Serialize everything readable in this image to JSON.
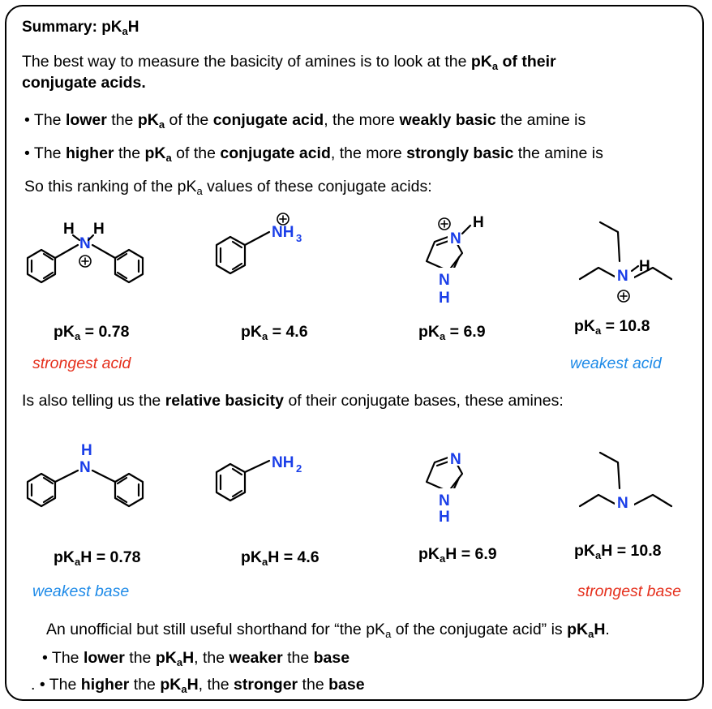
{
  "title": {
    "main": "Summary: pK",
    "sub": "a",
    "tail": "H"
  },
  "intro": {
    "p1": "The best way to measure the basicity of amines is to look at the ",
    "p1_bold_a": "pK",
    "p1_sub": "a",
    "p1_bold_b": " of their",
    "p2": "conjugate acids."
  },
  "bullet1": {
    "dot": "•",
    "t1": "The ",
    "b1": "lower",
    "t2": " the ",
    "b2": "pK",
    "s": "a",
    "t3": " of the ",
    "b3": "conjugate acid",
    "t4": ", the more ",
    "b4": "weakly basic",
    "t5": " the amine is"
  },
  "bullet2": {
    "dot": "•",
    "t1": "The ",
    "b1": "higher",
    "t2": " the ",
    "b2": "pK",
    "s": "a",
    "t3": " of the ",
    "b3": "conjugate acid",
    "t4": ", the more ",
    "b4": "strongly basic",
    "t5": " the amine is"
  },
  "ranking": {
    "t1": "So this ranking of the pK",
    "s": "a",
    "t2": " values of these conjugate acids:"
  },
  "acids": [
    {
      "pre": "pK",
      "s": "a",
      "post": " = 0.78"
    },
    {
      "pre": "pK",
      "s": "a",
      "post": " = 4.6"
    },
    {
      "pre": "pK",
      "s": "a",
      "post": " = 6.9"
    },
    {
      "pre": "pK",
      "s": "a",
      "post": " =  10.8"
    }
  ],
  "acid_labels": {
    "strongest": "strongest acid",
    "weakest": "weakest acid"
  },
  "also": {
    "t1": "Is also telling us the ",
    "b": "relative basicity",
    "t2": " of their conjugate bases, these amines:"
  },
  "bases": [
    {
      "pre": "pK",
      "s": "a",
      "post": "H = 0.78"
    },
    {
      "pre": "pK",
      "s": "a",
      "post": "H = 4.6"
    },
    {
      "pre": "pK",
      "s": "a",
      "post": "H = 6.9"
    },
    {
      "pre": "pK",
      "s": "a",
      "post": "H =  10.8"
    }
  ],
  "base_labels": {
    "weakest": "weakest base",
    "strongest": "strongest base"
  },
  "shorthand": {
    "t1": "An unofficial  but still useful shorthand for “the pK",
    "s": "a",
    "t2": " of the conjugate acid” is ",
    "b": "pK",
    "bs": "a",
    "bt": "H",
    "end": "."
  },
  "bullet3": {
    "dot": "•",
    "t1": "The ",
    "b1": "lower",
    "t2": " the ",
    "b2": "pK",
    "s": "a",
    "b2t": "H",
    "t3": ", the ",
    "b3": "weaker",
    "t4": " the ",
    "b4": "base"
  },
  "bullet4": {
    "lead": ".",
    "dot": "•",
    "t1": "The ",
    "b1": "higher",
    "t2": " the ",
    "b2": "pK",
    "s": "a",
    "b2t": "H",
    "t3": ", the ",
    "b3": "stronger",
    "t4": " the ",
    "b4": "base"
  },
  "atoms": {
    "N": "N",
    "H": "H",
    "NH": "NH",
    "sub2": "2",
    "sub3": "3"
  },
  "colors": {
    "nitrogen": "#1a3ee8",
    "red_label": "#e5301d",
    "blue_label": "#1f8be8"
  }
}
